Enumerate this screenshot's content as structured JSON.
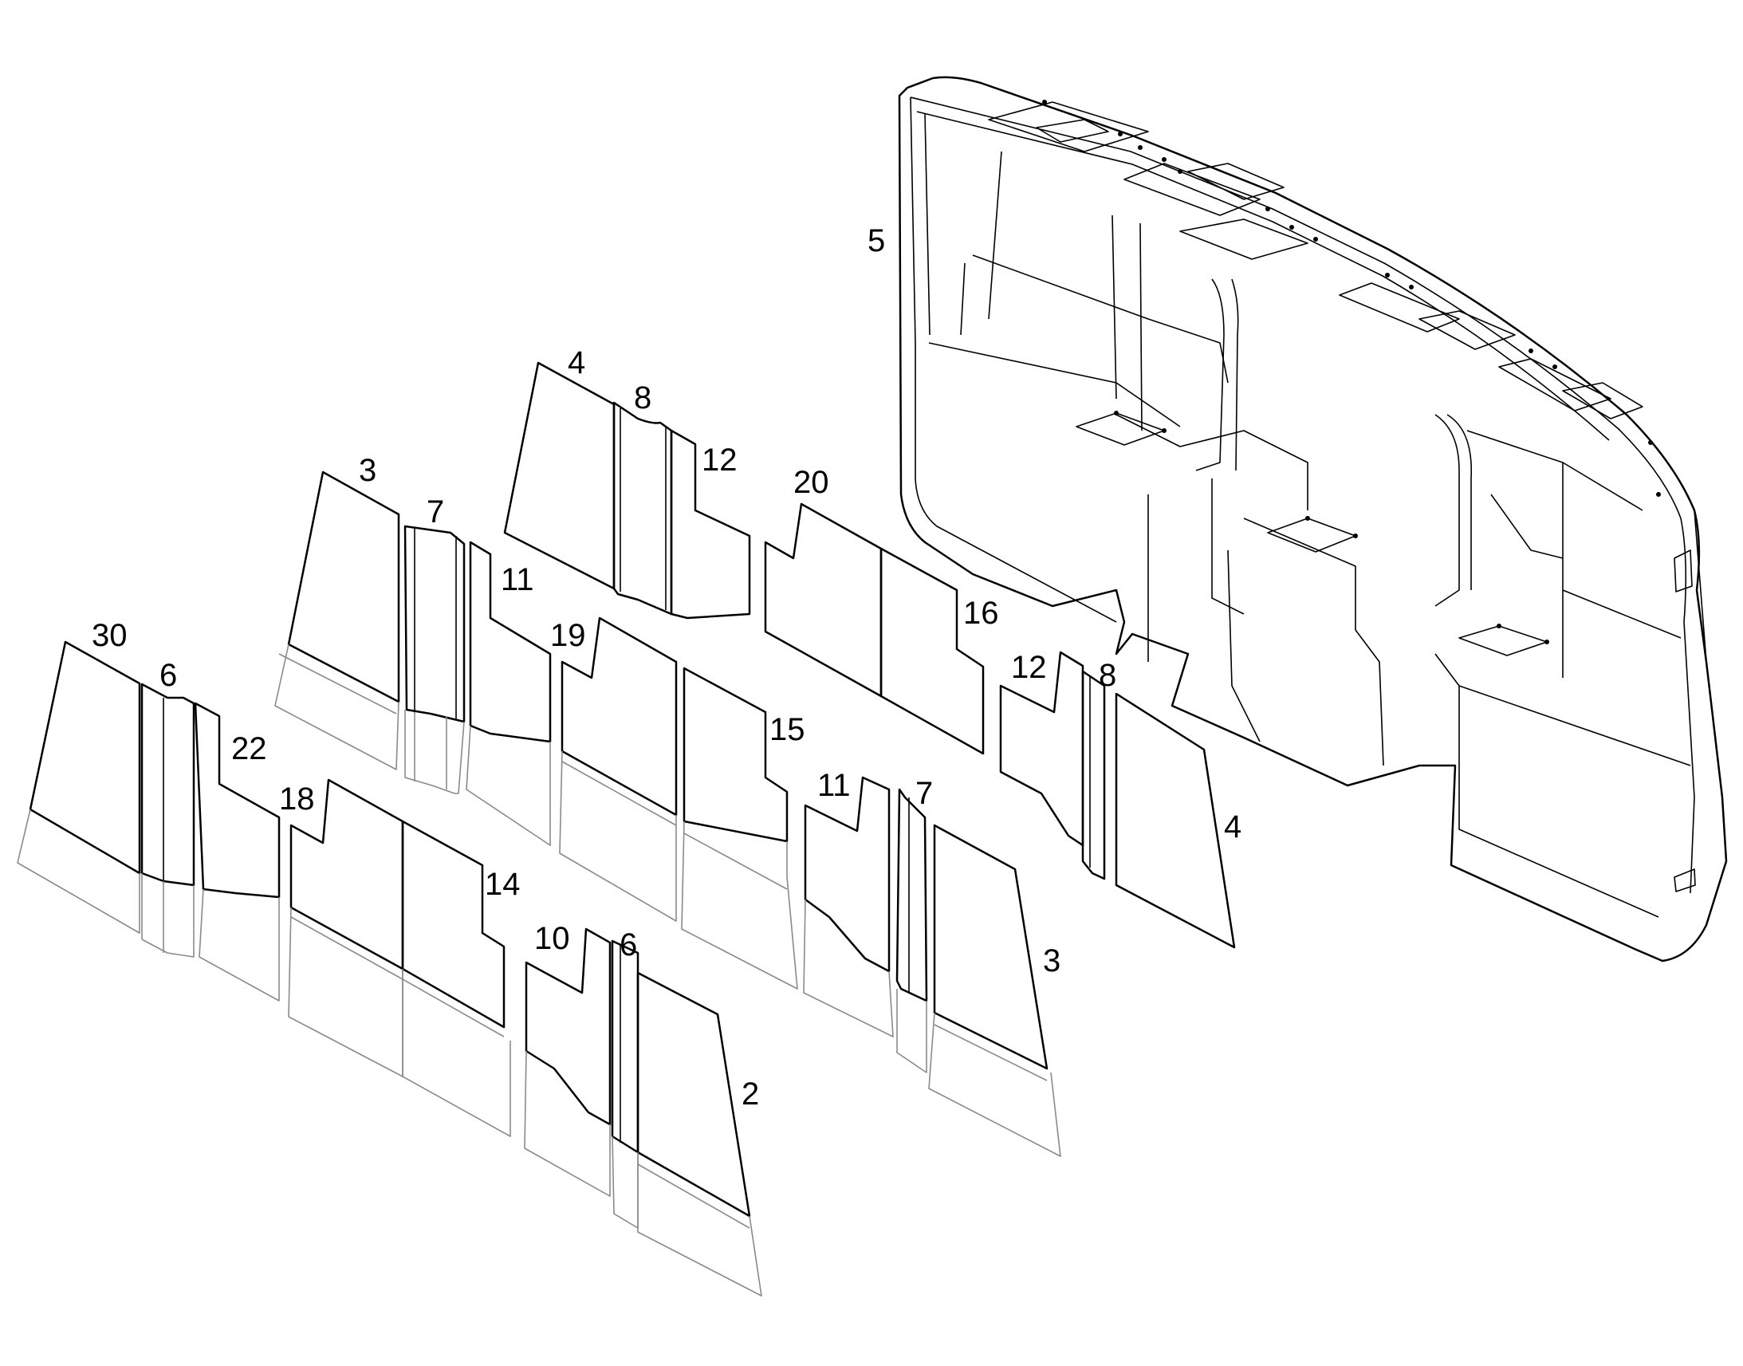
{
  "diagram": {
    "labels": {
      "l5": "5",
      "l4a": "4",
      "l8a": "8",
      "l12a": "12",
      "l20": "20",
      "l3a": "3",
      "l7a": "7",
      "l11a": "11",
      "l19": "19",
      "l16": "16",
      "l12b": "12",
      "l8b": "8",
      "l30": "30",
      "l6a": "6",
      "l22": "22",
      "l15": "15",
      "l18": "18",
      "l11b": "11",
      "l7b": "7",
      "l4b": "4",
      "l14": "14",
      "l10": "10",
      "l6b": "6",
      "l3b": "3",
      "l2": "2"
    }
  }
}
